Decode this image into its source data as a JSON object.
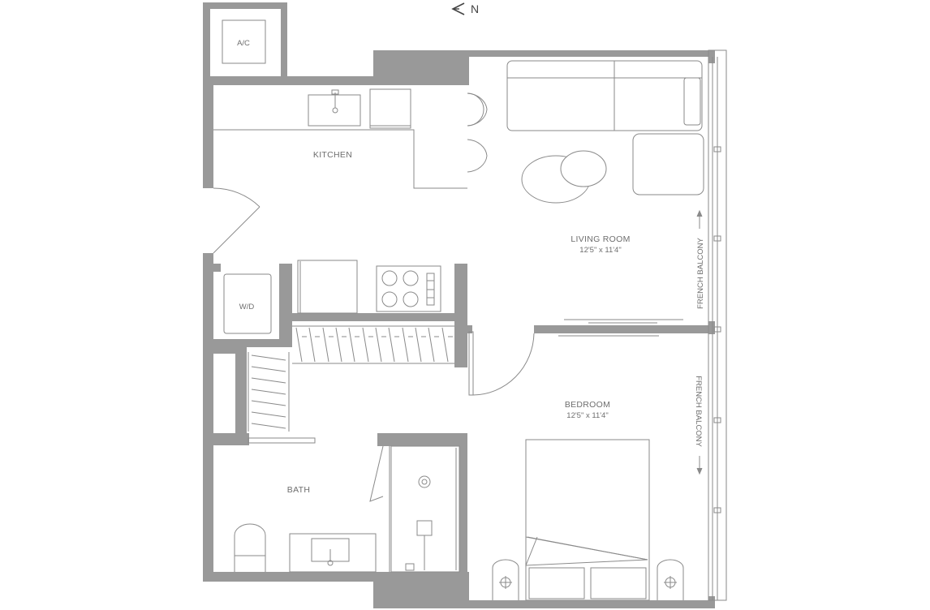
{
  "compass": {
    "label": "N",
    "icon": "north-arrow-icon"
  },
  "rooms": {
    "kitchen": {
      "name": "KITCHEN"
    },
    "living_room": {
      "name": "LIVING ROOM",
      "size": "12'5\" x 11'4\""
    },
    "bedroom": {
      "name": "BEDROOM",
      "size": "12'5\" x 11'4\""
    },
    "bath": {
      "name": "BATH"
    }
  },
  "fixtures": {
    "ac": "A/C",
    "wd": "W/D"
  },
  "balconies": {
    "upper": "FRENCH BALCONY",
    "lower": "FRENCH BALCONY"
  },
  "colors": {
    "wall": "#999999",
    "line": "#8a8a8a",
    "text": "#6e6e6e"
  }
}
